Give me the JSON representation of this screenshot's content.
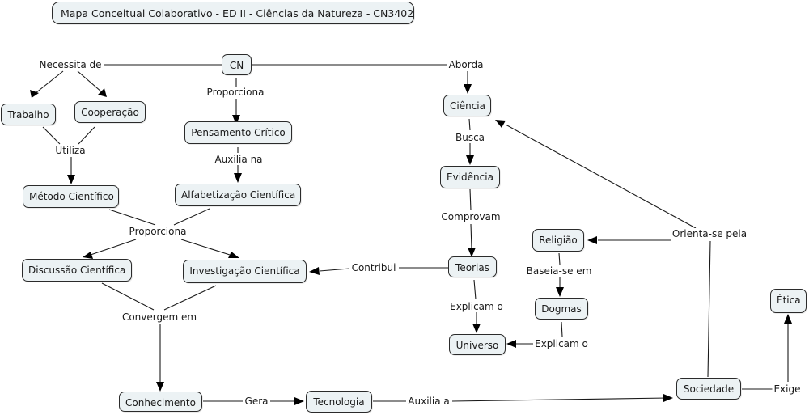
{
  "title": "Mapa Conceitual Colaborativo - ED II - Ciências da Natureza - CN3402",
  "concepts": {
    "cn": "CN",
    "trabalho": "Trabalho",
    "cooperacao": "Cooperação",
    "pensamento_critico": "Pensamento Crítico",
    "metodo_cientifico": "Método Científico",
    "alfabetizacao_cientifica": "Alfabetização Científica",
    "discussao_cientifica": "Discussão Científica",
    "investigacao_cientifica": "Investigação Científica",
    "conhecimento": "Conhecimento",
    "tecnologia": "Tecnologia",
    "ciencia": "Ciência",
    "evidencia": "Evidência",
    "teorias": "Teorias",
    "universo": "Universo",
    "religiao": "Religião",
    "dogmas": "Dogmas",
    "sociedade": "Sociedade",
    "etica": "Ética"
  },
  "linking_phrases": {
    "necessita_de": "Necessita de",
    "proporciona_1": "Proporciona",
    "aborda": "Aborda",
    "utiliza": "Utiliza",
    "auxilia_na": "Auxilia na",
    "proporciona_2": "Proporciona",
    "convergem_em": "Convergem em",
    "gera": "Gera",
    "auxilia_a": "Auxilia a",
    "busca": "Busca",
    "comprovam": "Comprovam",
    "contribui": "Contribui",
    "explicam_o_1": "Explicam o",
    "baseia_se_em": "Baseia-se em",
    "explicam_o_2": "Explicam o",
    "orienta_se_pela": "Orienta-se pela",
    "exige": "Exige"
  },
  "relations": [
    {
      "from": "CN",
      "phrase": "Necessita de",
      "to": [
        "Trabalho",
        "Cooperação"
      ]
    },
    {
      "from": "CN",
      "phrase": "Proporciona",
      "to": [
        "Pensamento Crítico"
      ]
    },
    {
      "from": "CN",
      "phrase": "Aborda",
      "to": [
        "Ciência"
      ]
    },
    {
      "from": [
        "Trabalho",
        "Cooperação"
      ],
      "phrase": "Utiliza",
      "to": [
        "Método Científico"
      ]
    },
    {
      "from": "Pensamento Crítico",
      "phrase": "Auxilia na",
      "to": [
        "Alfabetização Científica"
      ]
    },
    {
      "from": [
        "Método Científico",
        "Alfabetização Científica"
      ],
      "phrase": "Proporciona",
      "to": [
        "Discussão Científica",
        "Investigação Científica"
      ]
    },
    {
      "from": [
        "Discussão Científica",
        "Investigação Científica"
      ],
      "phrase": "Convergem em",
      "to": [
        "Conhecimento"
      ]
    },
    {
      "from": "Conhecimento",
      "phrase": "Gera",
      "to": [
        "Tecnologia"
      ]
    },
    {
      "from": "Tecnologia",
      "phrase": "Auxilia a",
      "to": [
        "Sociedade"
      ]
    },
    {
      "from": "Ciência",
      "phrase": "Busca",
      "to": [
        "Evidência"
      ]
    },
    {
      "from": "Evidência",
      "phrase": "Comprovam",
      "to": [
        "Teorias"
      ]
    },
    {
      "from": "Teorias",
      "phrase": "Contribui",
      "to": [
        "Investigação Científica"
      ]
    },
    {
      "from": "Teorias",
      "phrase": "Explicam o",
      "to": [
        "Universo"
      ]
    },
    {
      "from": "Religião",
      "phrase": "Baseia-se em",
      "to": [
        "Dogmas"
      ]
    },
    {
      "from": "Dogmas",
      "phrase": "Explicam o",
      "to": [
        "Universo"
      ]
    },
    {
      "from": "Sociedade",
      "phrase": "Orienta-se pela",
      "to": [
        "Religião",
        "Ciência"
      ]
    },
    {
      "from": "Sociedade",
      "phrase": "Exige",
      "to": [
        "Ética"
      ]
    }
  ],
  "colors": {
    "node_fill": "#ecf2f4",
    "node_border": "#2b2b2b",
    "line": "#1a1a1a",
    "background": "#ffffff"
  }
}
